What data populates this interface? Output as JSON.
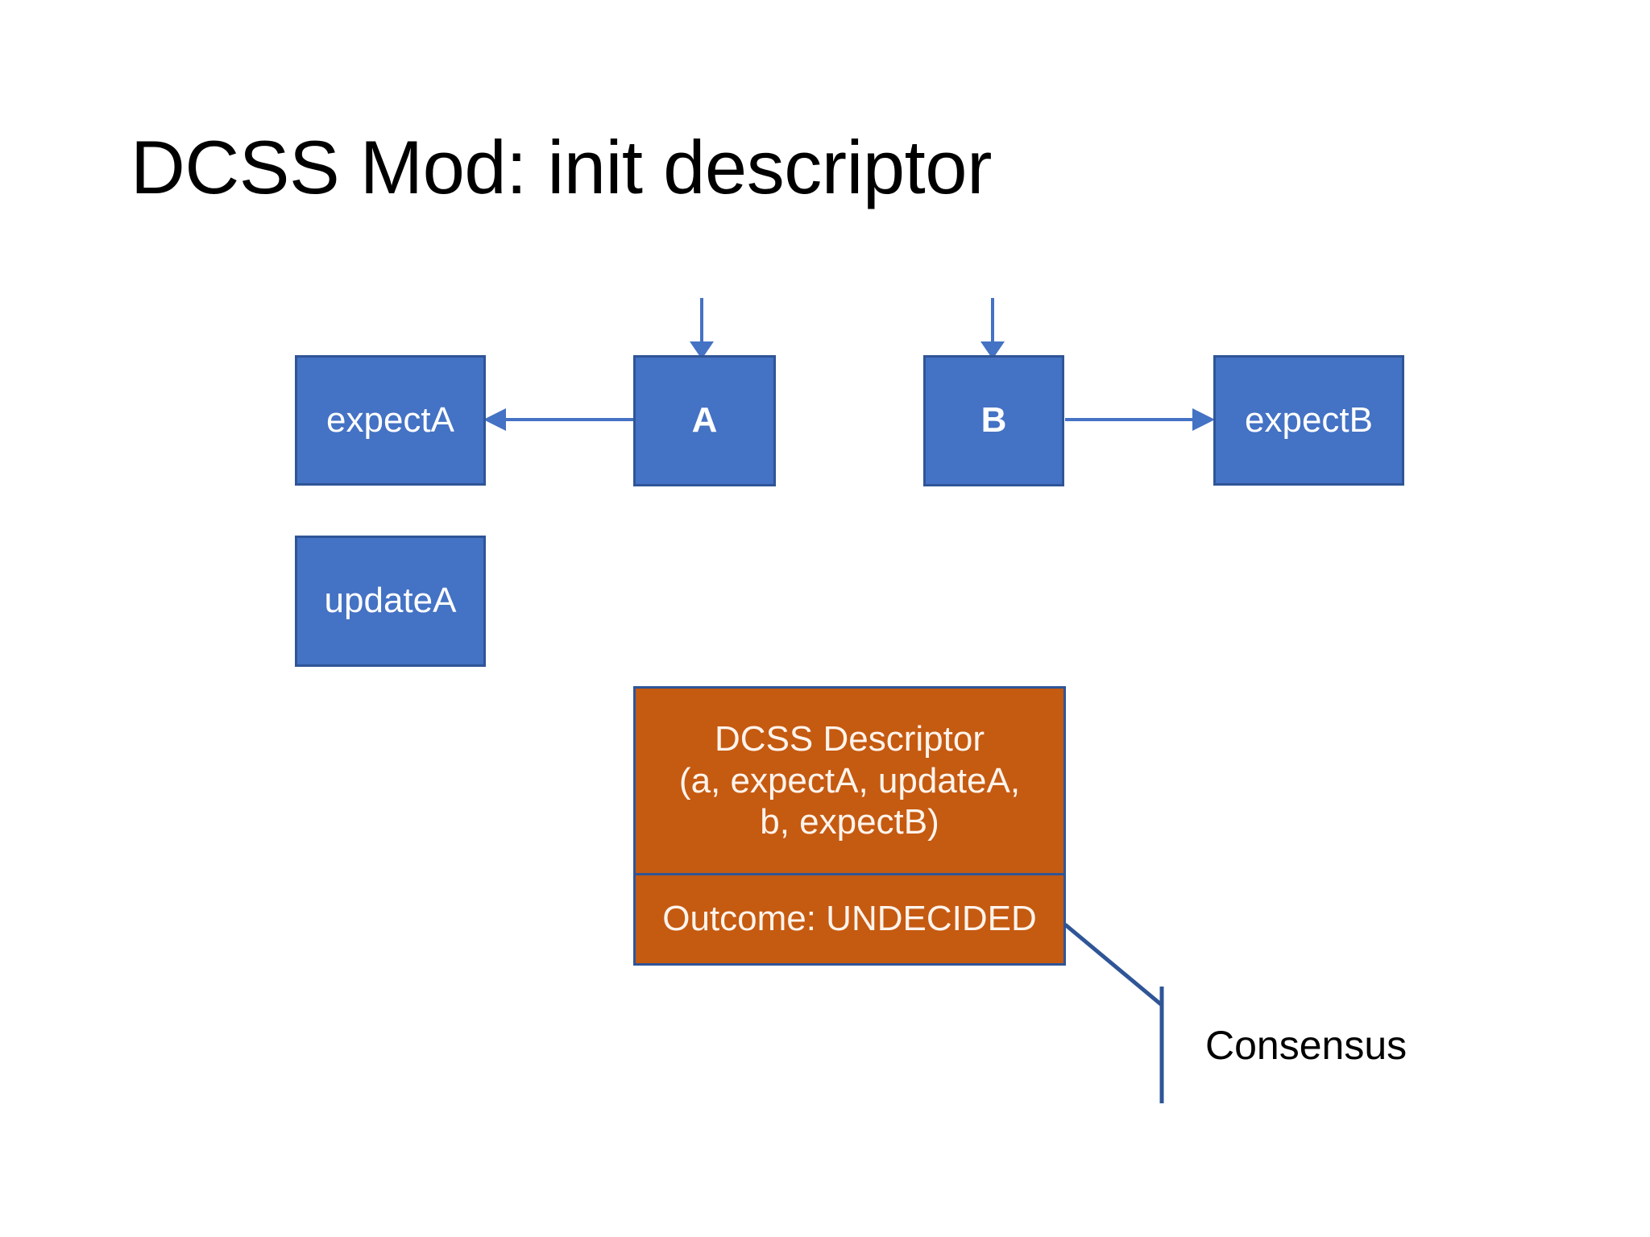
{
  "slide": {
    "title": "DCSS Mod: init descriptor",
    "background_color": "#FFFFFF"
  },
  "colors": {
    "box_blue_fill": "#4472C4",
    "box_blue_border": "#2F5597",
    "descriptor_fill": "#C55A11",
    "descriptor_border": "#2F5597",
    "connector_line": "#4472C4",
    "callout_line": "#2F5597",
    "box_text": "#FFFFFF",
    "title_text": "#000000"
  },
  "boxes": {
    "expectA": {
      "label": "expectA"
    },
    "a": {
      "label": "A"
    },
    "b": {
      "label": "B"
    },
    "expectB": {
      "label": "expectB"
    },
    "updateA": {
      "label": "updateA"
    }
  },
  "descriptor": {
    "body": "DCSS Descriptor\n(a, expectA, updateA,\nb, expectB)",
    "outcome": "Outcome: UNDECIDED"
  },
  "callout": {
    "label": "Consensus"
  },
  "arrows": [
    {
      "name": "arrow-into-a",
      "from": "above",
      "to": "a",
      "direction": "down"
    },
    {
      "name": "arrow-into-b",
      "from": "above",
      "to": "b",
      "direction": "down"
    },
    {
      "name": "arrow-a-to-expecta",
      "from": "a",
      "to": "expectA",
      "direction": "left"
    },
    {
      "name": "arrow-b-to-expectb",
      "from": "b",
      "to": "expectB",
      "direction": "right"
    }
  ]
}
